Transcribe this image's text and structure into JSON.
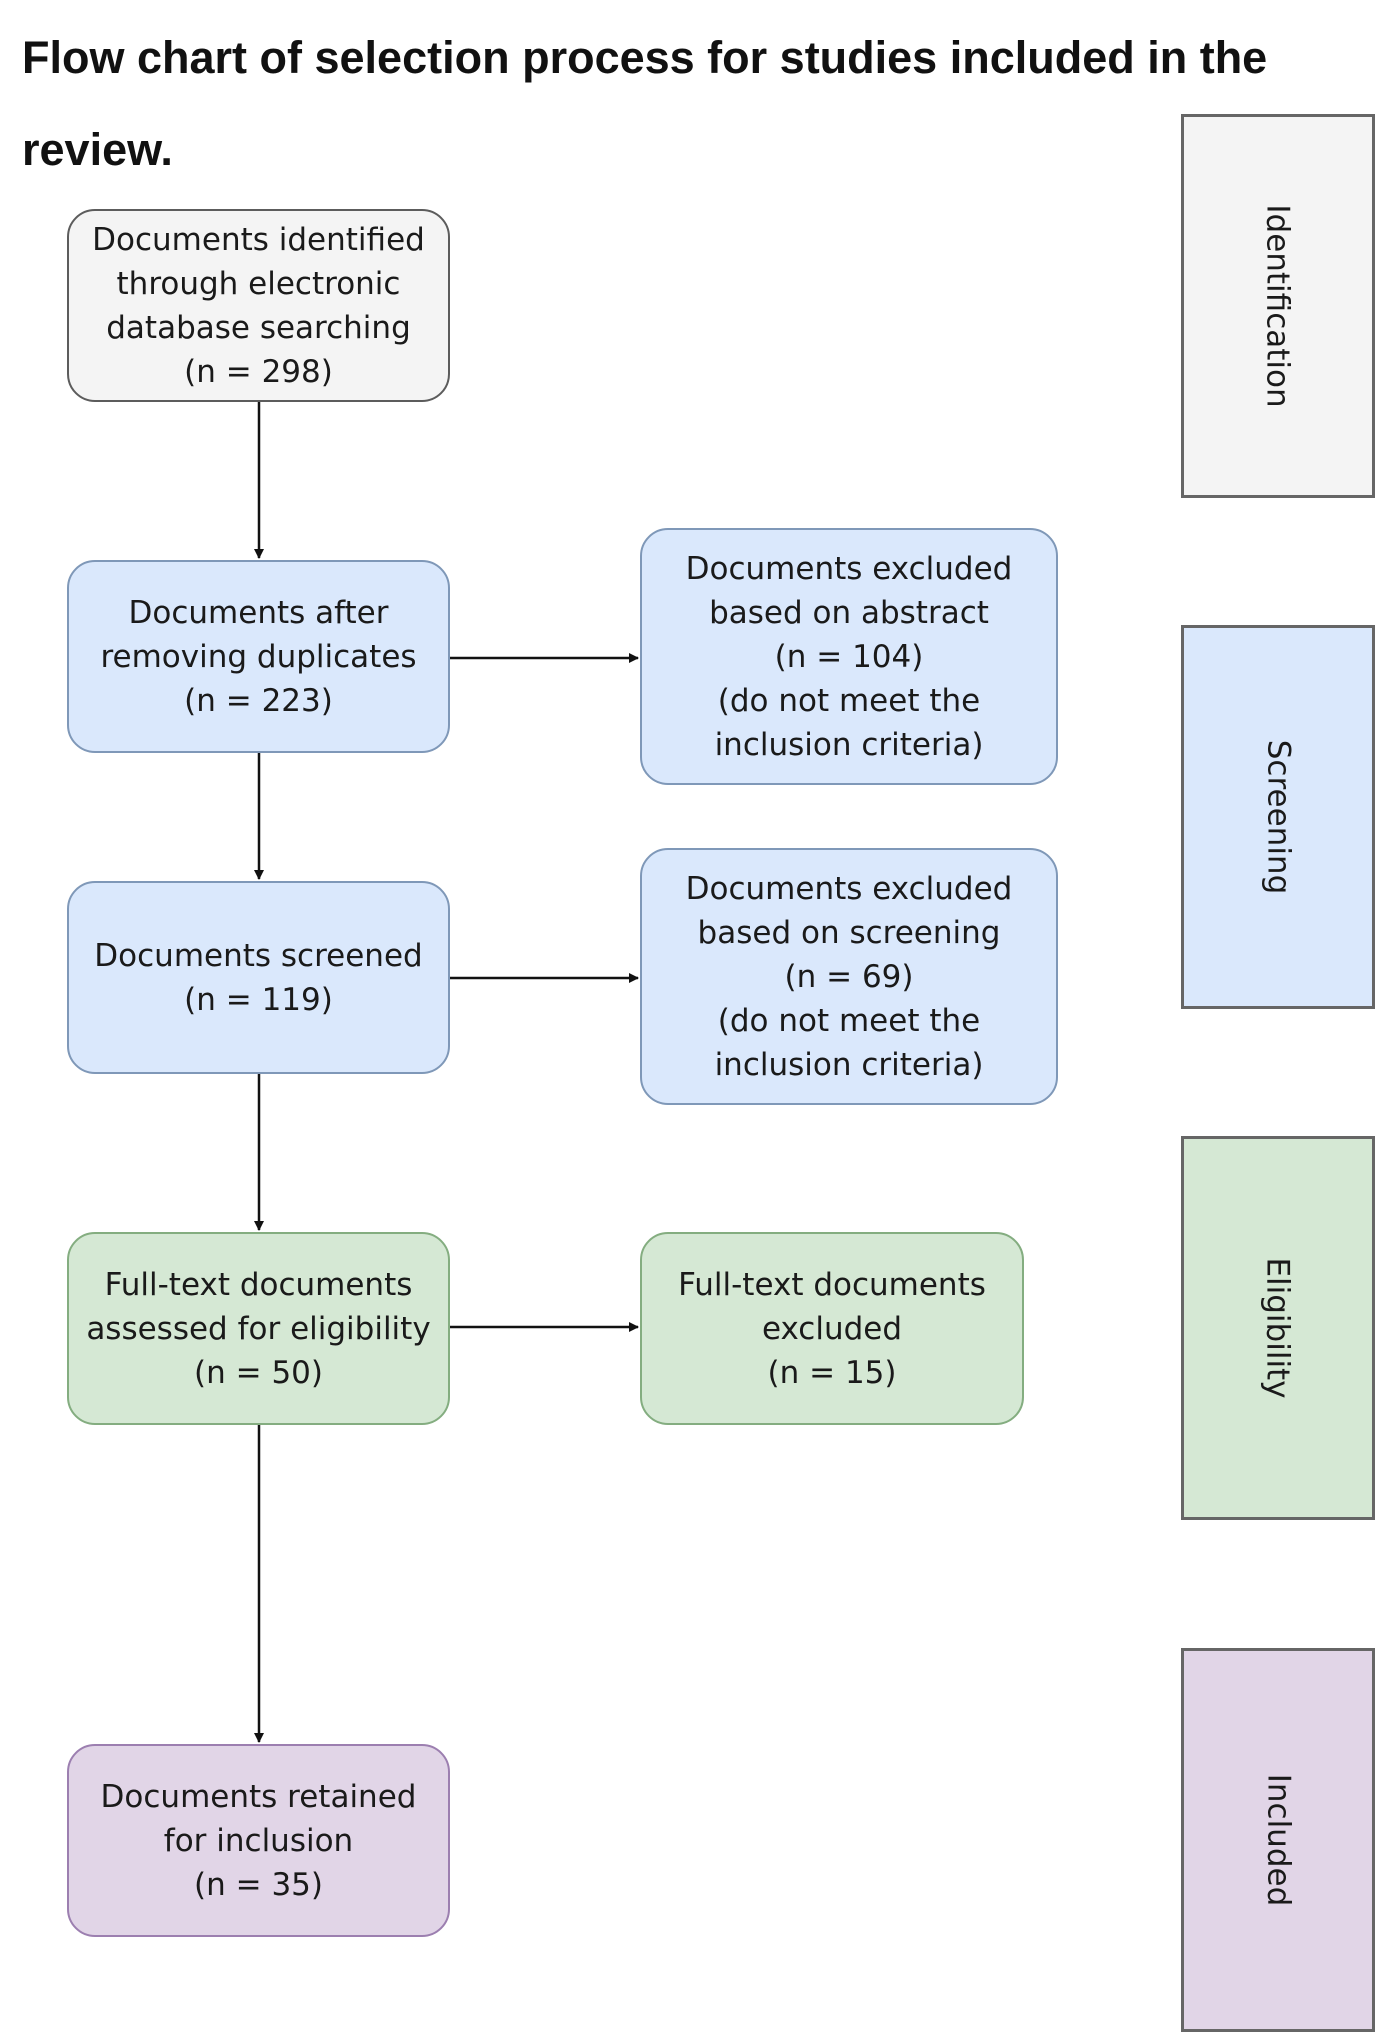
{
  "title": "Flow chart of selection process for studies included in the review.",
  "boxes": {
    "identified": [
      "Documents identified",
      "through electronic",
      "database searching",
      "(n = 298)"
    ],
    "after_duplicates": [
      "Documents after",
      "removing duplicates",
      "(n = 223)"
    ],
    "excluded_abstract": [
      "Documents excluded",
      "based on abstract",
      "(n = 104)",
      "(do not meet the",
      "inclusion criteria)"
    ],
    "screened": [
      "Documents screened",
      "(n = 119)"
    ],
    "excluded_screening": [
      "Documents excluded",
      "based on screening",
      "(n = 69)",
      "(do not meet the",
      "inclusion criteria)"
    ],
    "fulltext_assessed": [
      "Full-text documents",
      "assessed for eligibility",
      "(n = 50)"
    ],
    "fulltext_excluded": [
      "Full-text documents",
      "excluded",
      "(n = 15)"
    ],
    "retained": [
      "Documents retained",
      "for inclusion",
      "(n = 35)"
    ]
  },
  "stages": {
    "identification": "Identification",
    "screening": "Screening",
    "eligibility": "Eligibility",
    "included": "Included"
  },
  "colors": {
    "identification": "#f4f4f4",
    "screening": "#dae8fc",
    "eligibility": "#d5e8d4",
    "included": "#e1d5e7"
  }
}
